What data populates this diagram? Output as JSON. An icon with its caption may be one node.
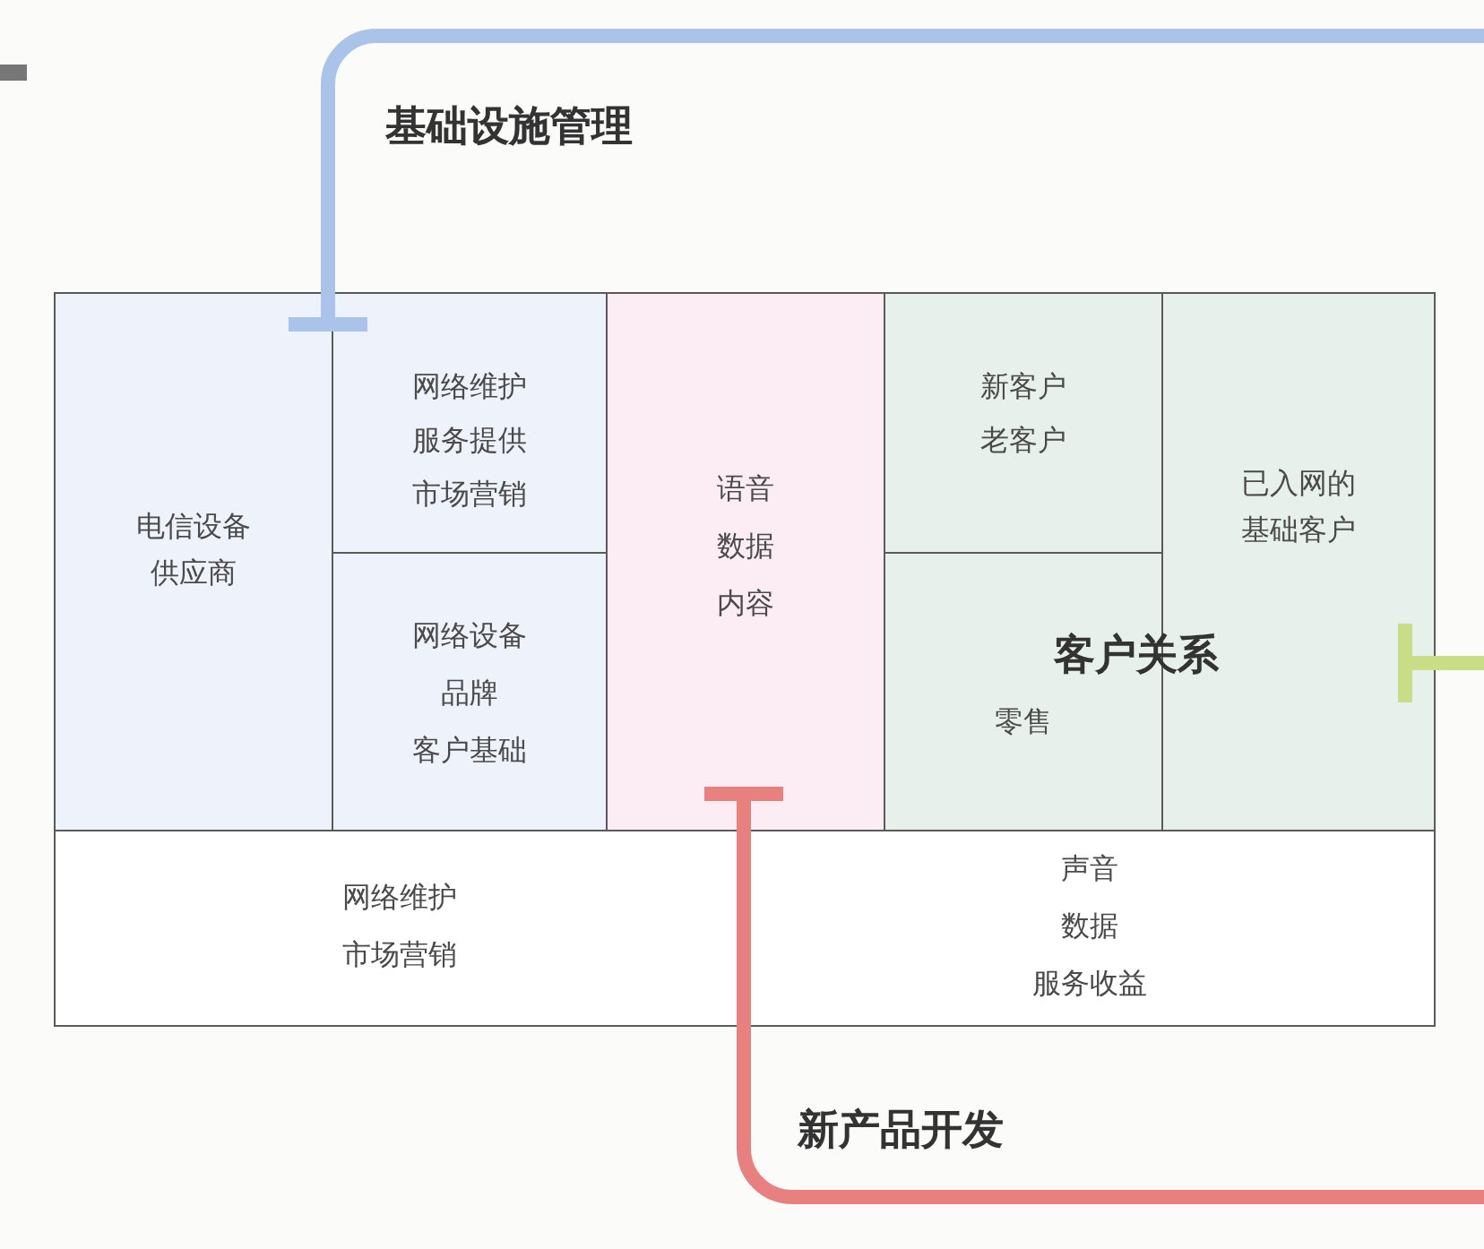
{
  "diagram": {
    "nodes": [
      {
        "text": [
          "电信设备供应商"
        ]
      },
      {
        "text": [
          "网络维护",
          "服务提供",
          "市场营销"
        ]
      },
      {
        "text": [
          "网络设备",
          "品牌",
          "客户基础"
        ]
      },
      {
        "text": [
          "语音",
          "数据",
          "内容"
        ]
      },
      {
        "text": [
          "新客户",
          "老客户"
        ]
      },
      {
        "text": [
          "零售"
        ]
      },
      {
        "text": [
          "已入网的基础客户"
        ]
      },
      {
        "text": [
          "网络维护",
          "市场营销"
        ]
      },
      {
        "text": [
          "声音",
          "数据",
          "服务收益"
        ]
      }
    ],
    "edges": [
      {
        "from": null,
        "to": 1,
        "arrow": "other",
        "label": "基础设施管理",
        "color": "#a9c4e8"
      },
      {
        "from": null,
        "to": 6,
        "arrow": "other",
        "label": "客户关系",
        "color": "#c9dc86"
      },
      {
        "from": null,
        "to": 3,
        "arrow": "other",
        "label": "新产品开发",
        "color": "#e88080"
      }
    ]
  }
}
